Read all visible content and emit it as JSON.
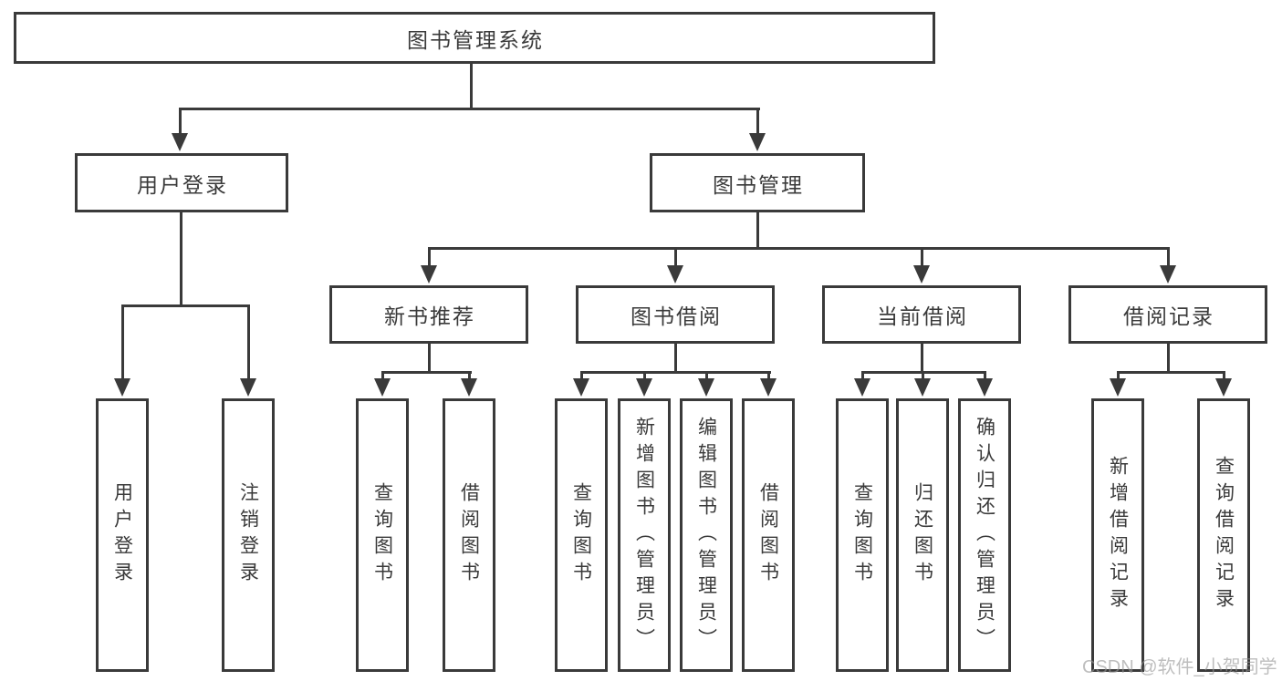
{
  "diagram": {
    "root": {
      "label": "图书管理系统"
    },
    "level1": [
      {
        "label": "用户登录"
      },
      {
        "label": "图书管理"
      }
    ],
    "level2": [
      {
        "label": "新书推荐"
      },
      {
        "label": "图书借阅"
      },
      {
        "label": "当前借阅"
      },
      {
        "label": "借阅记录"
      }
    ],
    "leaves": {
      "user_login": [
        {
          "label": "用户登录"
        },
        {
          "label": "注销登录"
        }
      ],
      "new_book": [
        {
          "label": "查询图书"
        },
        {
          "label": "借阅图书"
        }
      ],
      "book_borrow": [
        {
          "label": "查询图书"
        },
        {
          "label": "新增图书（管理员）"
        },
        {
          "label": "编辑图书（管理员）"
        },
        {
          "label": "借阅图书"
        }
      ],
      "current_borrow": [
        {
          "label": "查询图书"
        },
        {
          "label": "归还图书"
        },
        {
          "label": "确认归还（管理员）"
        }
      ],
      "borrow_record": [
        {
          "label": "新增借阅记录"
        },
        {
          "label": "查询借阅记录"
        }
      ]
    }
  },
  "watermark": {
    "text": "CSDN @软件_小贺同学"
  },
  "colors": {
    "line": "#3a3a3a",
    "text": "#3a3a3a",
    "background": "#ffffff",
    "watermark": "#999999"
  }
}
